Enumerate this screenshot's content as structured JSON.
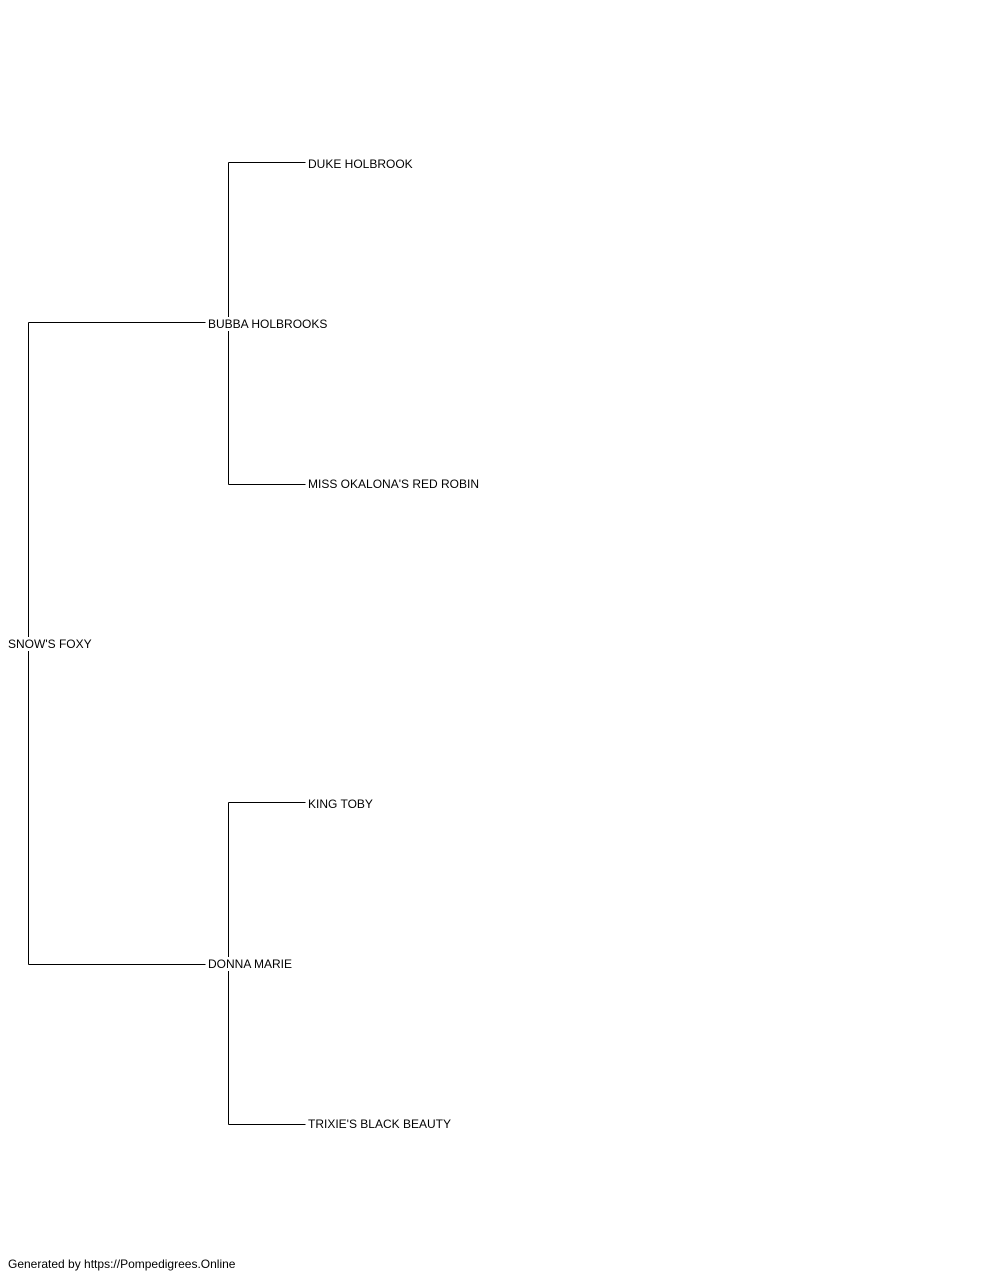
{
  "pedigree": {
    "subject": {
      "name": "SNOW'S FOXY"
    },
    "sire": {
      "name": "BUBBA HOLBROOKS",
      "sire": {
        "name": "DUKE HOLBROOK"
      },
      "dam": {
        "name": "MISS OKALONA'S RED ROBIN"
      }
    },
    "dam": {
      "name": "DONNA MARIE",
      "sire": {
        "name": "KING TOBY"
      },
      "dam": {
        "name": "TRIXIE'S BLACK BEAUTY"
      }
    }
  },
  "footer": {
    "text": "Generated by https://Pompedigrees.Online"
  }
}
